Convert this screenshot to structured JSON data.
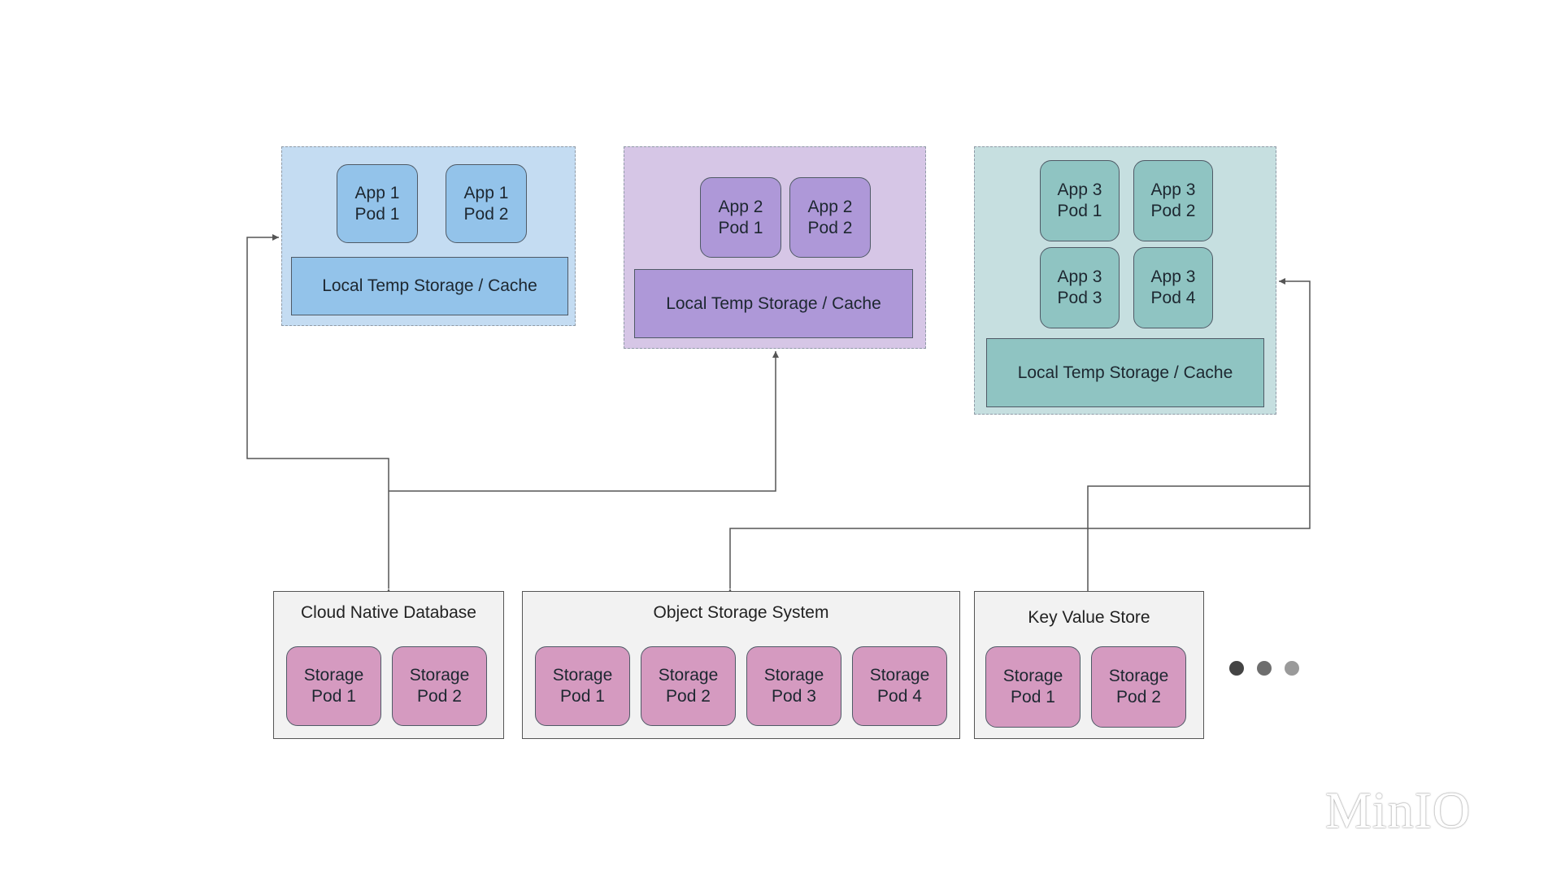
{
  "app_groups": [
    {
      "pods": [
        "App 1\nPod 1",
        "App 1\nPod 2"
      ],
      "cache_label": "Local Temp Storage / Cache"
    },
    {
      "pods": [
        "App 2\nPod 1",
        "App 2\nPod 2"
      ],
      "cache_label": "Local Temp Storage / Cache"
    },
    {
      "pods": [
        "App 3\nPod 1",
        "App 3\nPod 2",
        "App 3\nPod 3",
        "App 3\nPod 4"
      ],
      "cache_label": "Local Temp Storage / Cache"
    }
  ],
  "storage_services": [
    {
      "title": "Cloud Native Database",
      "pods": [
        "Storage\nPod 1",
        "Storage\nPod 2"
      ]
    },
    {
      "title": "Object Storage System",
      "pods": [
        "Storage\nPod 1",
        "Storage\nPod 2",
        "Storage\nPod 3",
        "Storage\nPod 4"
      ]
    },
    {
      "title": "Key Value Store",
      "pods": [
        "Storage\nPod 1",
        "Storage\nPod 2"
      ]
    }
  ],
  "more_dots_colors": [
    "#444444",
    "#6e6e6e",
    "#9a9a9a"
  ],
  "logo_text": "MinIO",
  "colors": {
    "app1": "#c4dcf2",
    "app1_pod": "#93c3ea",
    "app2": "#d6c6e6",
    "app2_pod": "#ae98d8",
    "app3": "#c6dfe0",
    "app3_pod": "#8fc4c2",
    "storage_pod": "#d59ac0",
    "service_box": "#f2f2f2",
    "line": "#555555"
  }
}
